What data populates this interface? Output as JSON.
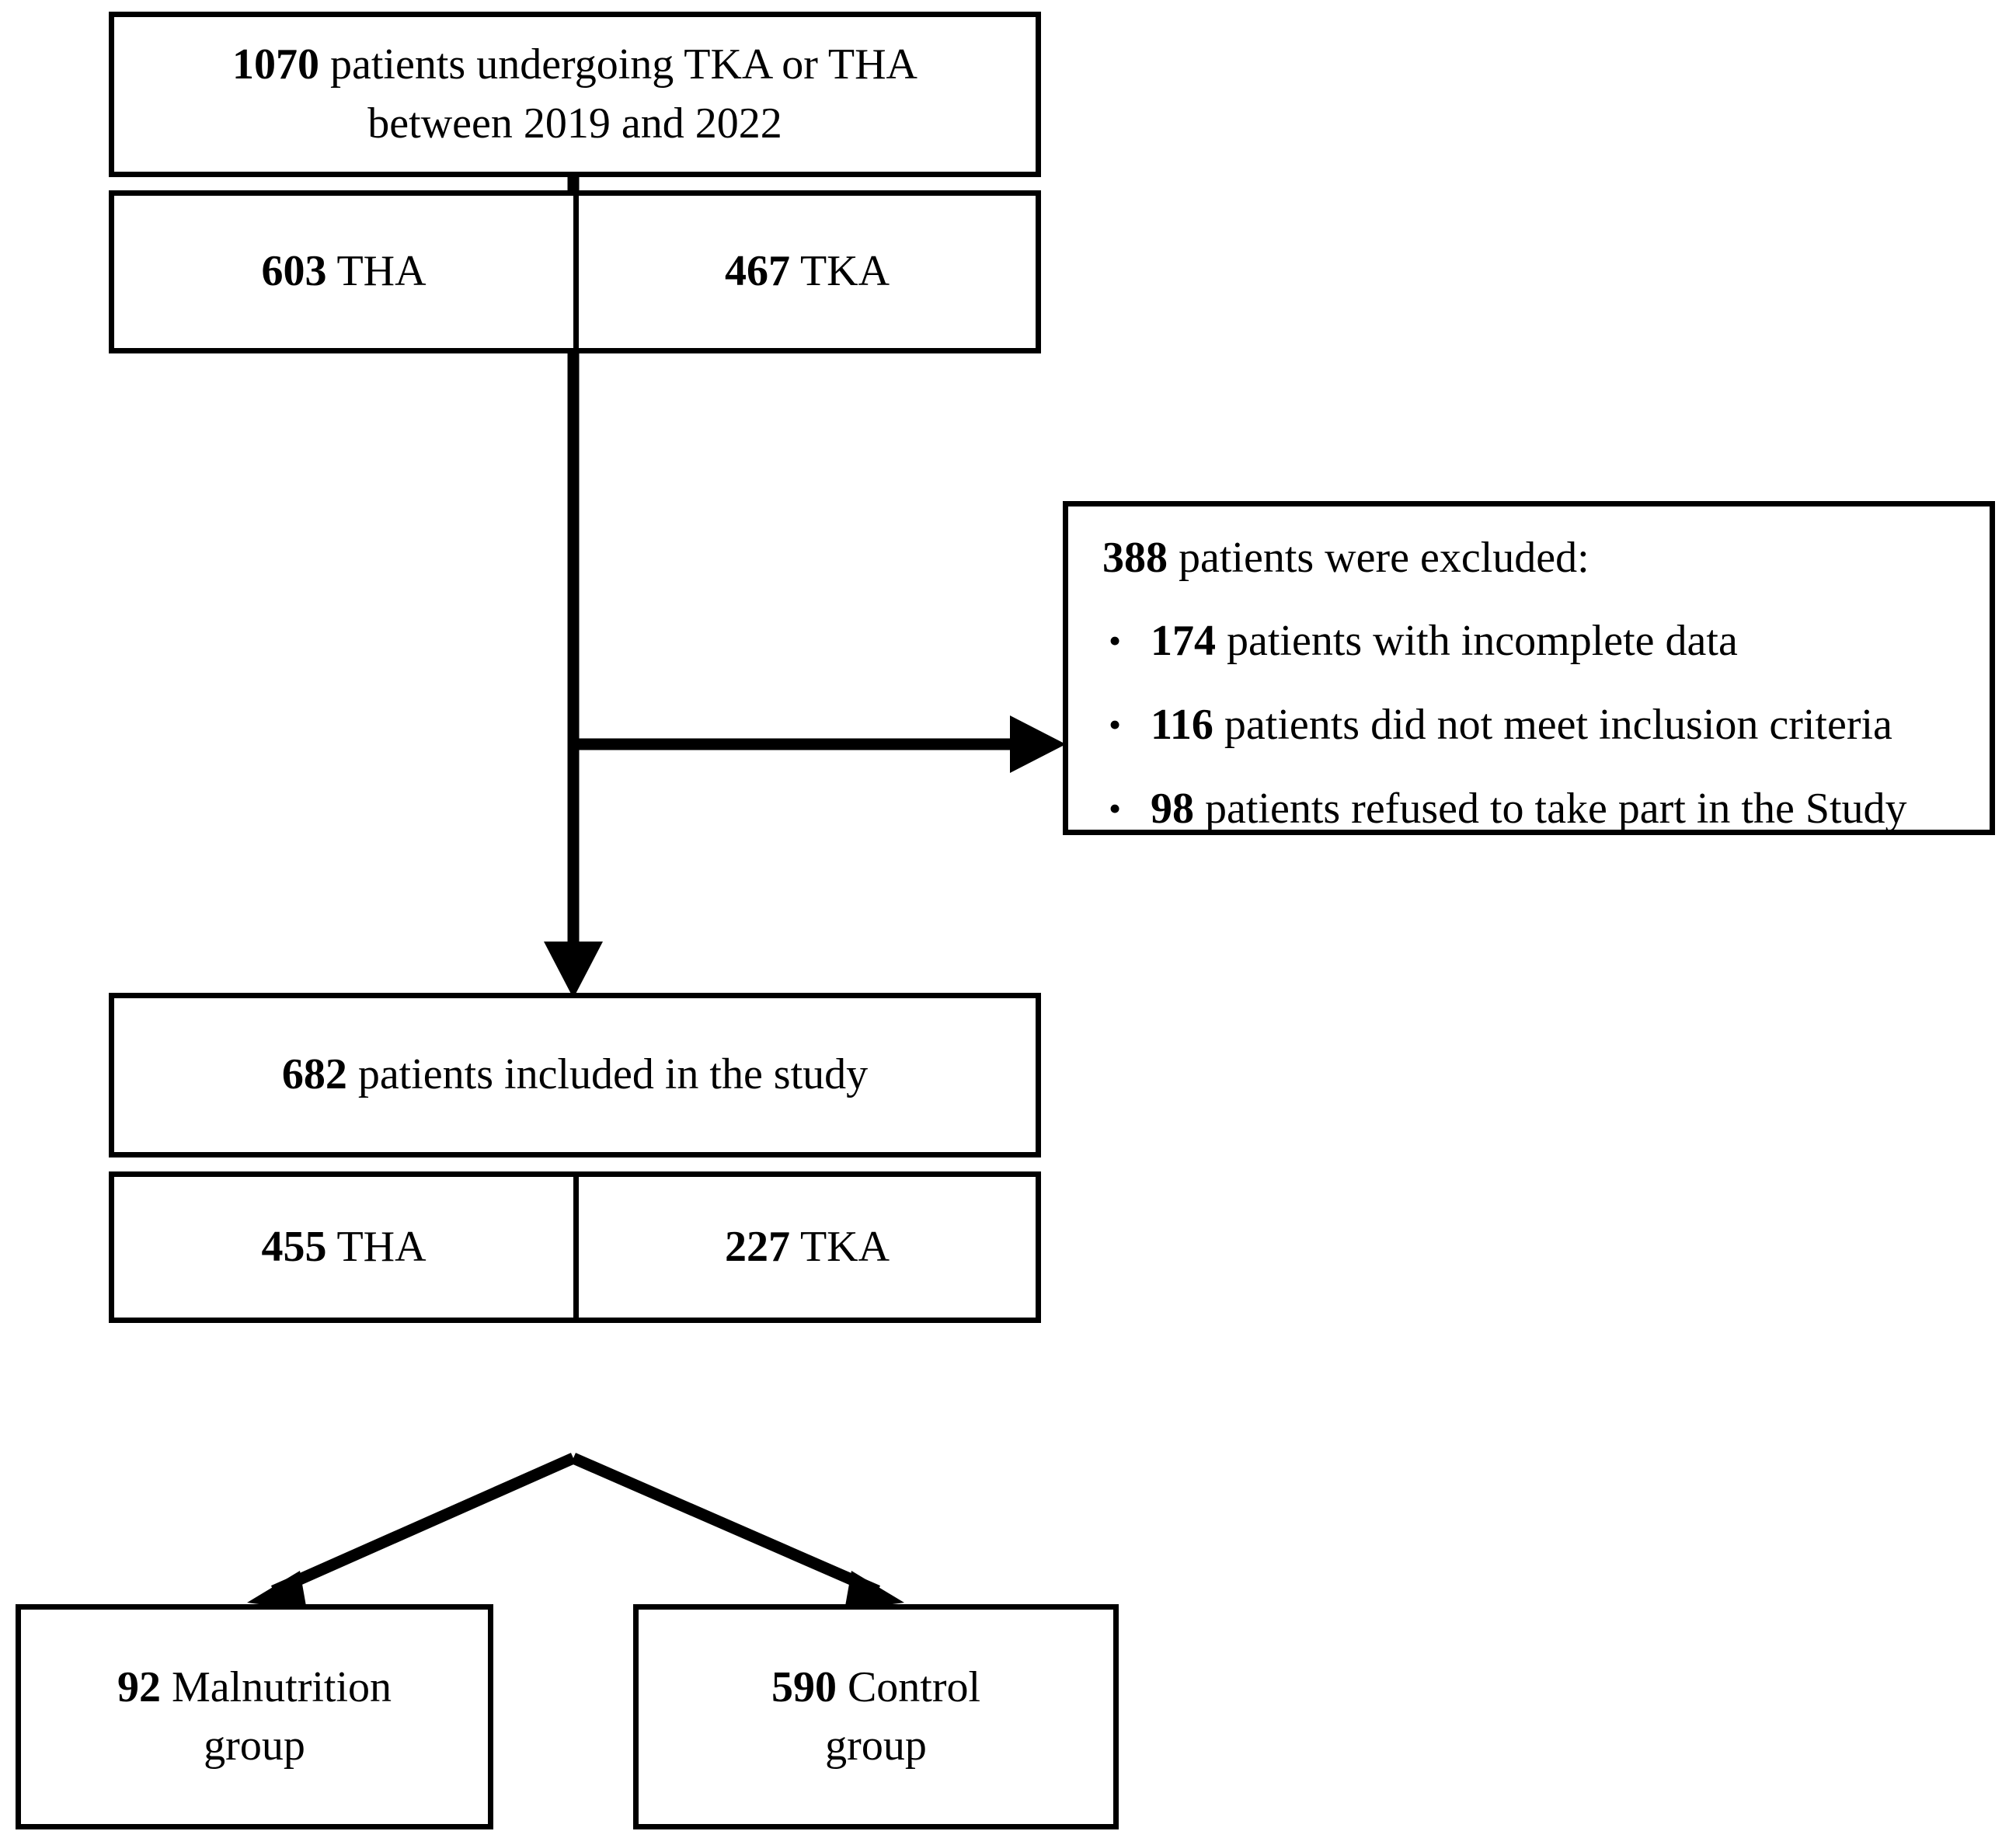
{
  "diagram": {
    "title": "Patient selection flow diagram",
    "line_color": "#000000",
    "background_color": "#ffffff",
    "nodes": {
      "total": {
        "count": "1070",
        "line1_rest": " patients undergoing TKA or THA",
        "line2": "between 2019 and 2022",
        "full_text": "1070 patients undergoing TKA or THA between 2019 and 2022"
      },
      "split_top": {
        "left": {
          "count": "603",
          "label": " THA",
          "full_text": "603 THA"
        },
        "right": {
          "count": "467",
          "label": " TKA",
          "full_text": "467 TKA"
        }
      },
      "excluded": {
        "heading_count": "388",
        "heading_rest": " patients were excluded:",
        "heading_full": "388 patients were excluded:",
        "bullet_glyph": "•",
        "items": [
          {
            "count": "174",
            "rest": " patients with incomplete data",
            "full_text": "174 patients with incomplete data"
          },
          {
            "count": "116",
            "rest": " patients did not meet inclusion criteria",
            "full_text": "116 patients did not meet inclusion criteria"
          },
          {
            "count": "98",
            "rest": " patients refused to take part in the Study",
            "full_text": "98 patients refused to take part in the Study"
          }
        ]
      },
      "included": {
        "count": "682",
        "rest": " patients included in the study",
        "full_text": "682 patients included in the study"
      },
      "split_bottom": {
        "left": {
          "count": "455",
          "label": " THA",
          "full_text": "455 THA"
        },
        "right": {
          "count": "227",
          "label": " TKA",
          "full_text": "227 TKA"
        }
      },
      "malnutrition": {
        "count": "92",
        "line1_rest": " Malnutrition",
        "line2": "group",
        "full_text": "92 Malnutrition group"
      },
      "control": {
        "count": "590",
        "line1_rest": " Control",
        "line2": "group",
        "full_text": "590 Control group"
      }
    }
  }
}
